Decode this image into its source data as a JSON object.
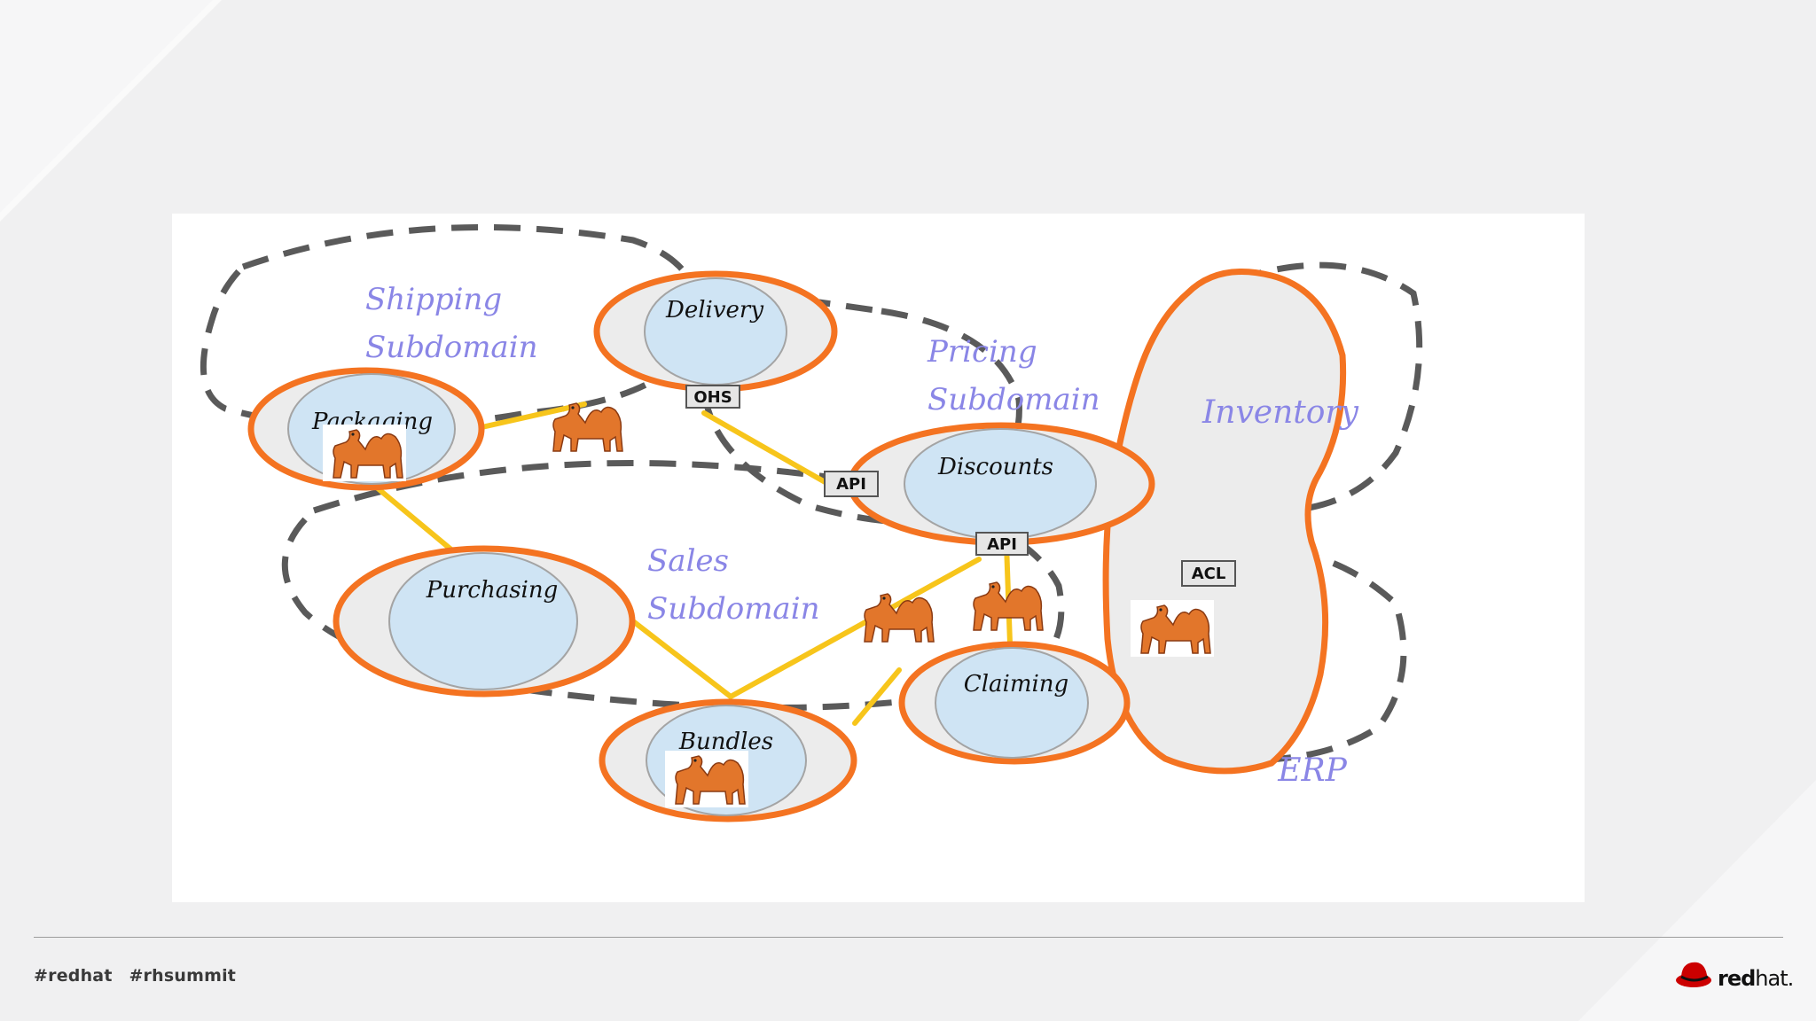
{
  "footer": {
    "hashtags": [
      "#redhat",
      "#rhsummit"
    ],
    "brand_bold": "red",
    "brand_light": "hat."
  },
  "diagram": {
    "subdomains": {
      "shipping_line1": "Shipping",
      "shipping_line2": "Subdomain",
      "pricing_line1": "Pricing",
      "pricing_line2": "Subdomain",
      "sales_line1": "Sales",
      "sales_line2": "Subdomain"
    },
    "contexts": {
      "delivery": "Delivery",
      "packaging": "Packaging",
      "discounts": "Discounts",
      "purchasing": "Purchasing",
      "bundles": "Bundles",
      "claiming": "Claiming"
    },
    "external": {
      "inventory": "Inventory",
      "erp": "ERP"
    },
    "badges": {
      "ohs": "OHS",
      "api_delivery": "API",
      "api_discounts": "API",
      "acl": "ACL"
    },
    "colors": {
      "context_border": "#f47321",
      "context_fill": "#ececec",
      "inner_fill": "#cfe4f4",
      "connector": "#f7c51b",
      "subdomain_label": "#8a86e6",
      "dashed_boundary": "#5a5a5a",
      "camel": "#e2762b"
    },
    "icons": [
      "camel-icon"
    ]
  }
}
